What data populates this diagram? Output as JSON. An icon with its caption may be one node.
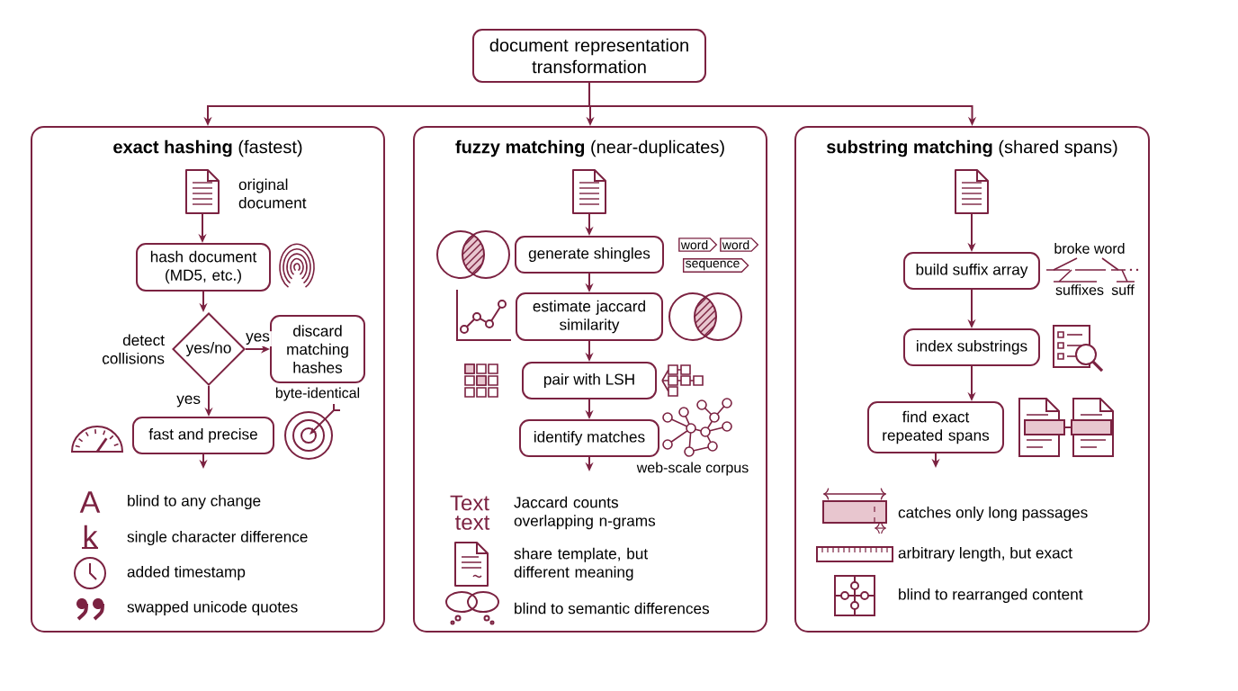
{
  "diagram": {
    "nodes": [
      {
        "text": [
          "document representation transformation"
        ]
      },
      {
        "text": [
          "**exact hashing** (fastest)"
        ]
      },
      {
        "text": [],
        "shape": "document",
        "in": 1,
        "beside": [
          "original document"
        ]
      },
      {
        "text": [
          "hash document (MD5, etc.)"
        ],
        "in": 1
      },
      {
        "text": [
          "yes/no"
        ],
        "in": 1,
        "beside": [
          "detect collisions"
        ]
      },
      {
        "text": [
          "discard matching hashes"
        ],
        "in": 1,
        "beside": [
          "byte-identical"
        ]
      },
      {
        "text": [
          "fast and precise"
        ],
        "in": 1
      },
      {
        "text": [
          "**fuzzy matching** (near-duplicates)"
        ]
      },
      {
        "text": [],
        "shape": "document",
        "in": 7
      },
      {
        "text": [
          "generate shingles"
        ],
        "in": 7
      },
      {
        "text": [
          "estimate jaccard similarity"
        ],
        "in": 7
      },
      {
        "text": [
          "pair with LSH"
        ],
        "in": 7
      },
      {
        "text": [
          "identify matches"
        ],
        "in": 7
      },
      {
        "text": [
          "**substring matching** (shared spans)"
        ]
      },
      {
        "text": [],
        "shape": "document",
        "in": 13
      },
      {
        "text": [
          "build suffix array"
        ],
        "in": 13
      },
      {
        "text": [
          "index substrings"
        ],
        "in": 13
      },
      {
        "text": [
          "find exact repeated spans"
        ],
        "in": 13
      }
    ],
    "edges": [
      {
        "from": 0,
        "to": 1,
        "arrow": "to"
      },
      {
        "from": 0,
        "to": 7,
        "arrow": "to"
      },
      {
        "from": 0,
        "to": 13,
        "arrow": "to"
      },
      {
        "from": 2,
        "to": 3,
        "arrow": "to"
      },
      {
        "from": 3,
        "to": 4,
        "arrow": "to"
      },
      {
        "from": 4,
        "to": 5,
        "arrow": "to",
        "label": "yes"
      },
      {
        "from": 4,
        "to": 6,
        "arrow": "to",
        "label": "yes"
      },
      {
        "from": 6,
        "to": null,
        "arrow": "to"
      },
      {
        "from": 8,
        "to": 9,
        "arrow": "to"
      },
      {
        "from": 9,
        "to": 10,
        "arrow": "to"
      },
      {
        "from": 10,
        "to": 11,
        "arrow": "to"
      },
      {
        "from": 11,
        "to": 12,
        "arrow": "to"
      },
      {
        "from": 12,
        "to": null,
        "arrow": "to"
      },
      {
        "from": 14,
        "to": 15,
        "arrow": "to"
      },
      {
        "from": 15,
        "to": 16,
        "arrow": "to"
      },
      {
        "from": 16,
        "to": 17,
        "arrow": "to"
      },
      {
        "from": 17,
        "to": null,
        "arrow": "to"
      }
    ],
    "labels": [
      "A",
      "blind to any change",
      "k",
      "single character difference",
      "added timestamp",
      "swapped unicode quotes",
      "word",
      "word",
      "sequence",
      "web-scale corpus",
      "Text",
      "text",
      "Jaccard counts overlapping n-grams",
      "share template, but different meaning",
      "blind to semantic differences",
      "broke word",
      "suffixes",
      "suff",
      "catches only long passages",
      "arbitrary length, but exact",
      "blind to rearranged content"
    ]
  }
}
